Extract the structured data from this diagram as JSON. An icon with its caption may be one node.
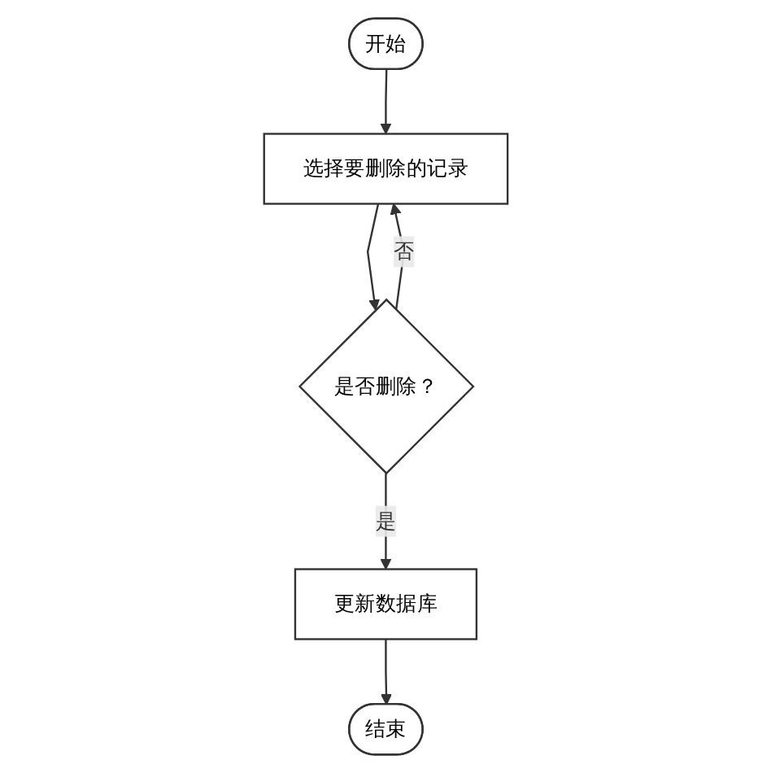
{
  "diagram": {
    "nodes": [
      {
        "text": [
          "开始"
        ]
      },
      {
        "text": [
          "选择要删除的记录"
        ]
      },
      {
        "text": [
          "是否删除？"
        ]
      },
      {
        "text": [
          "更新数据库"
        ]
      },
      {
        "text": [
          "结束"
        ]
      }
    ],
    "edges": [
      {
        "from": 0,
        "to": 1,
        "arrow": "to"
      },
      {
        "from": 1,
        "to": 2,
        "arrow": "to"
      },
      {
        "from": 2,
        "to": 1,
        "arrow": "to",
        "label": "否"
      },
      {
        "from": 2,
        "to": 3,
        "arrow": "to",
        "label": "是"
      },
      {
        "from": 3,
        "to": 4,
        "arrow": "to"
      }
    ]
  }
}
